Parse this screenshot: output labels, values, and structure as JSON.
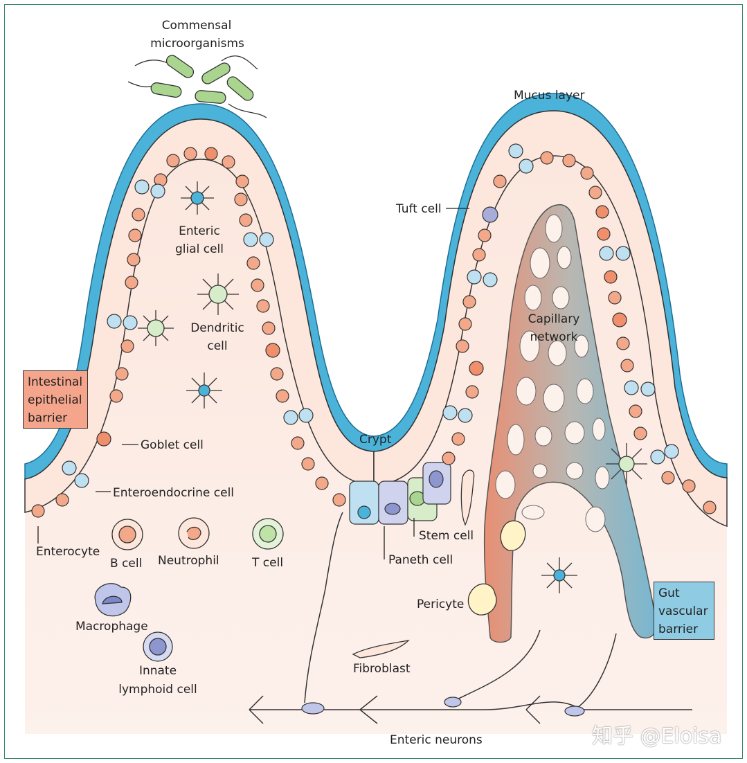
{
  "labels": {
    "commensal": "Commensal",
    "microorganisms": "microorganisms",
    "mucus_layer": "Mucus layer",
    "tuft_cell": "Tuft cell",
    "enteric_glial_1": "Enteric",
    "enteric_glial_2": "glial cell",
    "dendritic_1": "Dendritic",
    "dendritic_2": "cell",
    "capillary_1": "Capillary",
    "capillary_2": "network",
    "goblet_cell": "Goblet cell",
    "crypt": "Crypt",
    "enteroendocrine_cell": "Enteroendocrine cell",
    "enterocyte": "Enterocyte",
    "b_cell": "B cell",
    "neutrophil": "Neutrophil",
    "t_cell": "T cell",
    "stem_cell": "Stem cell",
    "paneth_cell": "Paneth cell",
    "pericyte": "Pericyte",
    "macrophage": "Macrophage",
    "innate_1": "Innate",
    "innate_2": "lymphoid cell",
    "fibroblast": "Fibroblast",
    "enteric_neurons": "Enteric neurons"
  },
  "boxes": {
    "intestinal_barrier": [
      "Intestinal",
      "epithelial",
      "barrier"
    ],
    "gut_vascular_barrier": [
      "Gut",
      "vascular",
      "barrier"
    ]
  },
  "watermark": "知乎 @Eloisa",
  "colors": {
    "mucus": "#4bb3d9",
    "lamina": "#fbe3d8",
    "enterocyte": "#fde7dc",
    "nucleus": "#f3a88a",
    "goblet": "#ef9a7a",
    "enteroendocrine": "#d7ebf6",
    "immune_green": "#d7ecc8",
    "vessel_red": "#e9937a",
    "vessel_blue": "#7fb9d1",
    "barrier_box_red": "#f5a58c",
    "barrier_box_blue": "#8fcbe3",
    "frame": "#3a8a6a"
  }
}
